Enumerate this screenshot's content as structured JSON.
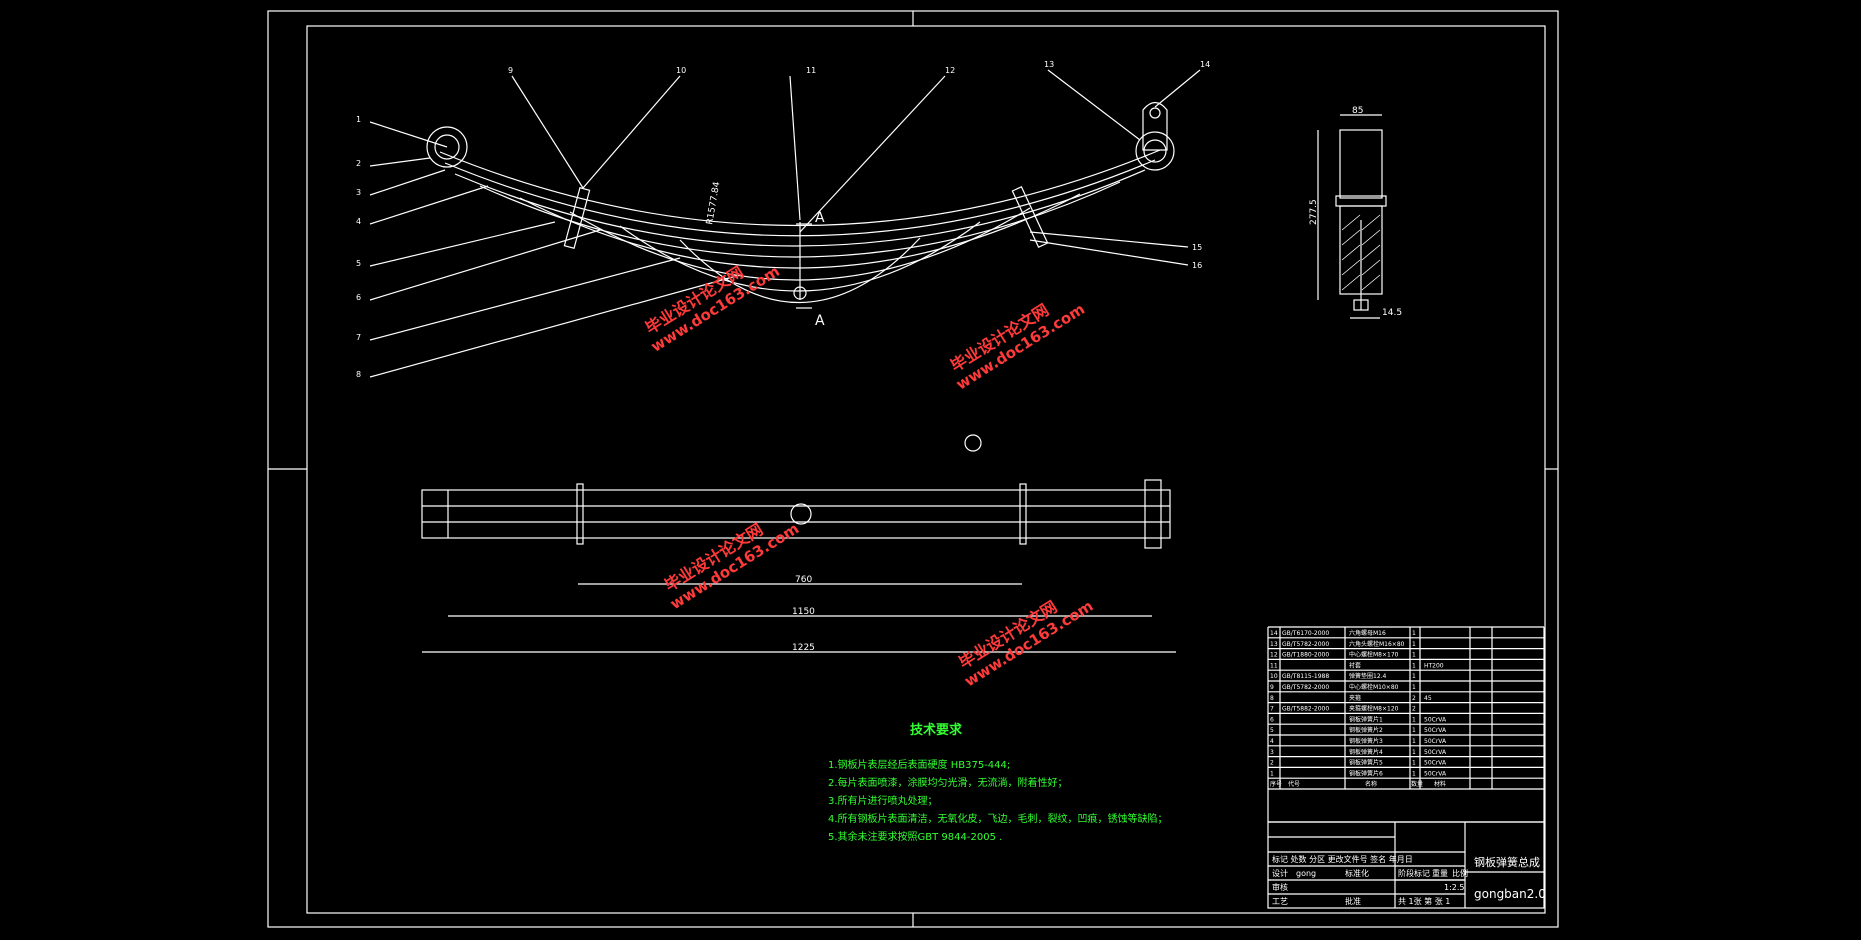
{
  "drawing": {
    "balloons": [
      "1",
      "2",
      "3",
      "4",
      "5",
      "6",
      "7",
      "8",
      "9",
      "10",
      "11",
      "12",
      "13",
      "14",
      "15",
      "16"
    ],
    "section_label": "A",
    "arc_label": "R1577.84",
    "side_view": {
      "top_dim": "85",
      "height_dim": "277.5",
      "bottom_dim": "14.5"
    },
    "plan_view": {
      "dim_inner": "760",
      "dim_mid": "1150",
      "dim_outer": "1225"
    }
  },
  "watermarks": [
    {
      "cn": "毕业设计论文网",
      "url": "www.doc163.com"
    },
    {
      "cn": "毕业设计论文网",
      "url": "www.doc163.com"
    },
    {
      "cn": "毕业设计论文网",
      "url": "www.doc163.com"
    },
    {
      "cn": "毕业设计论文网",
      "url": "www.doc163.com"
    }
  ],
  "tech_requirements": {
    "title": "技术要求",
    "items": [
      "1.钢板片表层经后表面硬度 HB375-444;",
      "2.每片表面喷漆，涂膜均匀光滑，无流淌，附着性好；",
      "3.所有片进行喷丸处理；",
      "4.所有钢板片表面清洁，无氧化皮，飞边，毛刺，裂纹，凹痕，锈蚀等缺陷；",
      "5.其余未注要求按照GBT 9844-2005 ."
    ]
  },
  "bom": {
    "rows": [
      {
        "no": "14",
        "code": "GB/T6170-2000",
        "name": "六角螺母M16",
        "qty": "1",
        "mat": ""
      },
      {
        "no": "13",
        "code": "GB/T5782-2000",
        "name": "六角头螺栓M16×80",
        "qty": "1",
        "mat": ""
      },
      {
        "no": "12",
        "code": "GB/T1880-2000",
        "name": "中心螺栓M8×170",
        "qty": "1",
        "mat": ""
      },
      {
        "no": "11",
        "code": "",
        "name": "衬套",
        "qty": "1",
        "mat": "HT200"
      },
      {
        "no": "10",
        "code": "GB/T8115-1988",
        "name": "弹簧垫圈12.4",
        "qty": "1",
        "mat": ""
      },
      {
        "no": "9",
        "code": "GB/T5782-2000",
        "name": "中心螺栓M10×80",
        "qty": "1",
        "mat": ""
      },
      {
        "no": "8",
        "code": "",
        "name": "夹箍",
        "qty": "2",
        "mat": "45"
      },
      {
        "no": "7",
        "code": "GB/T5882-2000",
        "name": "夹箍螺栓M8×120",
        "qty": "2",
        "mat": ""
      },
      {
        "no": "6",
        "code": "",
        "name": "钢板弹簧片1",
        "qty": "1",
        "mat": "50CrVA"
      },
      {
        "no": "5",
        "code": "",
        "name": "钢板弹簧片2",
        "qty": "1",
        "mat": "50CrVA"
      },
      {
        "no": "4",
        "code": "",
        "name": "钢板弹簧片3",
        "qty": "1",
        "mat": "50CrVA"
      },
      {
        "no": "3",
        "code": "",
        "name": "钢板弹簧片4",
        "qty": "1",
        "mat": "50CrVA"
      },
      {
        "no": "2",
        "code": "",
        "name": "钢板弹簧片5",
        "qty": "1",
        "mat": "50CrVA"
      },
      {
        "no": "1",
        "code": "",
        "name": "钢板弹簧片6",
        "qty": "1",
        "mat": "50CrVA"
      }
    ],
    "header": {
      "no": "序号",
      "code": "代号",
      "name": "名称",
      "qty": "数量",
      "mat": "材料"
    }
  },
  "title_block": {
    "drawing_title": "钢板弹簧总成",
    "drawing_no": "gongban2.0",
    "labels": {
      "marks": "标记 处数 分区 更改文件号 签名 年月日",
      "design": "设计",
      "std": "标准化",
      "stage": "阶段标记",
      "weight": "重量",
      "scale": "比例",
      "review": "审核",
      "process": "工艺",
      "approve": "批准",
      "sheets": "共 1张 第 张 1"
    },
    "designer": "gong",
    "scale_value": "1:2.5"
  }
}
